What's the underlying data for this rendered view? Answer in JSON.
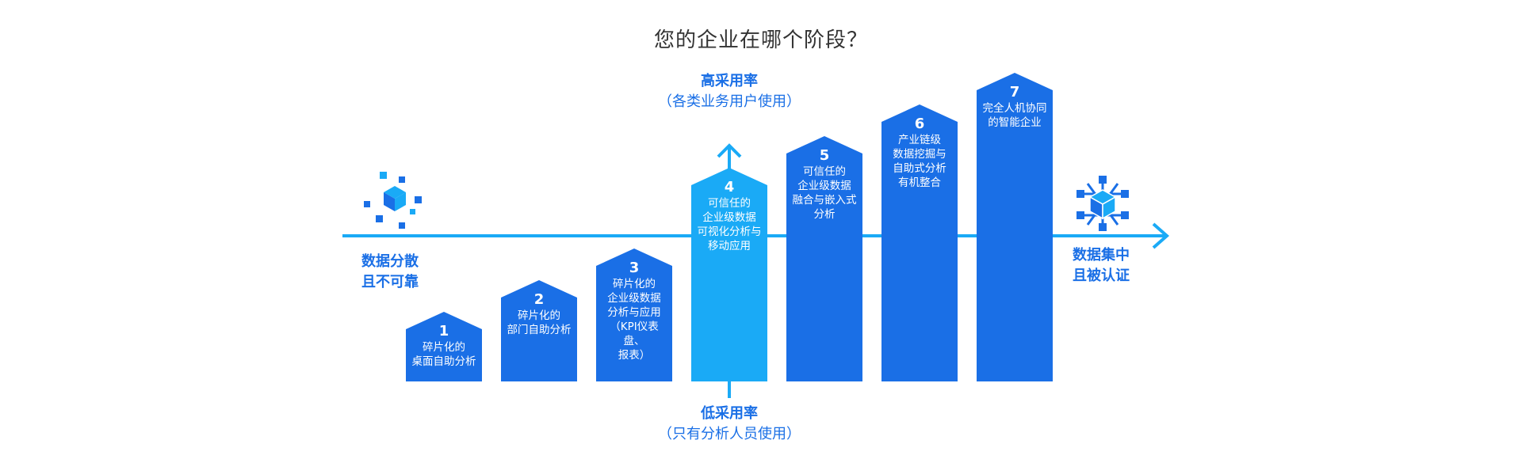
{
  "title": "您的企业在哪个阶段？",
  "top_label": {
    "main": "高采用率",
    "sub": "（各类业务用户使用）"
  },
  "bottom_label": {
    "main": "低采用率",
    "sub": "（只有分析人员使用）"
  },
  "left_label": [
    "数据分散",
    "且不可靠"
  ],
  "right_label": [
    "数据集中",
    "且被认证"
  ],
  "stages": [
    {
      "num": "1",
      "text": "碎片化的\n桌面自助分析"
    },
    {
      "num": "2",
      "text": "碎片化的\n部门自助分析"
    },
    {
      "num": "3",
      "text": "碎片化的\n企业级数据\n分析与应用\n（KPI仪表盘、\n报表）"
    },
    {
      "num": "4",
      "text": "可信任的\n企业级数据\n可视化分析与\n移动应用"
    },
    {
      "num": "5",
      "text": "可信任的\n企业级数据\n融合与嵌入式\n分析"
    },
    {
      "num": "6",
      "text": "产业链级\n数据挖掘与\n自助式分析\n有机整合"
    },
    {
      "num": "7",
      "text": "完全人机协同\n的智能企业"
    }
  ],
  "colors": {
    "primary": "#1a6fe6",
    "highlight": "#1aaaf6",
    "axis": "#1aaaf6"
  },
  "icons": {
    "left": "scattered-cube-icon",
    "right": "connected-cube-icon"
  }
}
